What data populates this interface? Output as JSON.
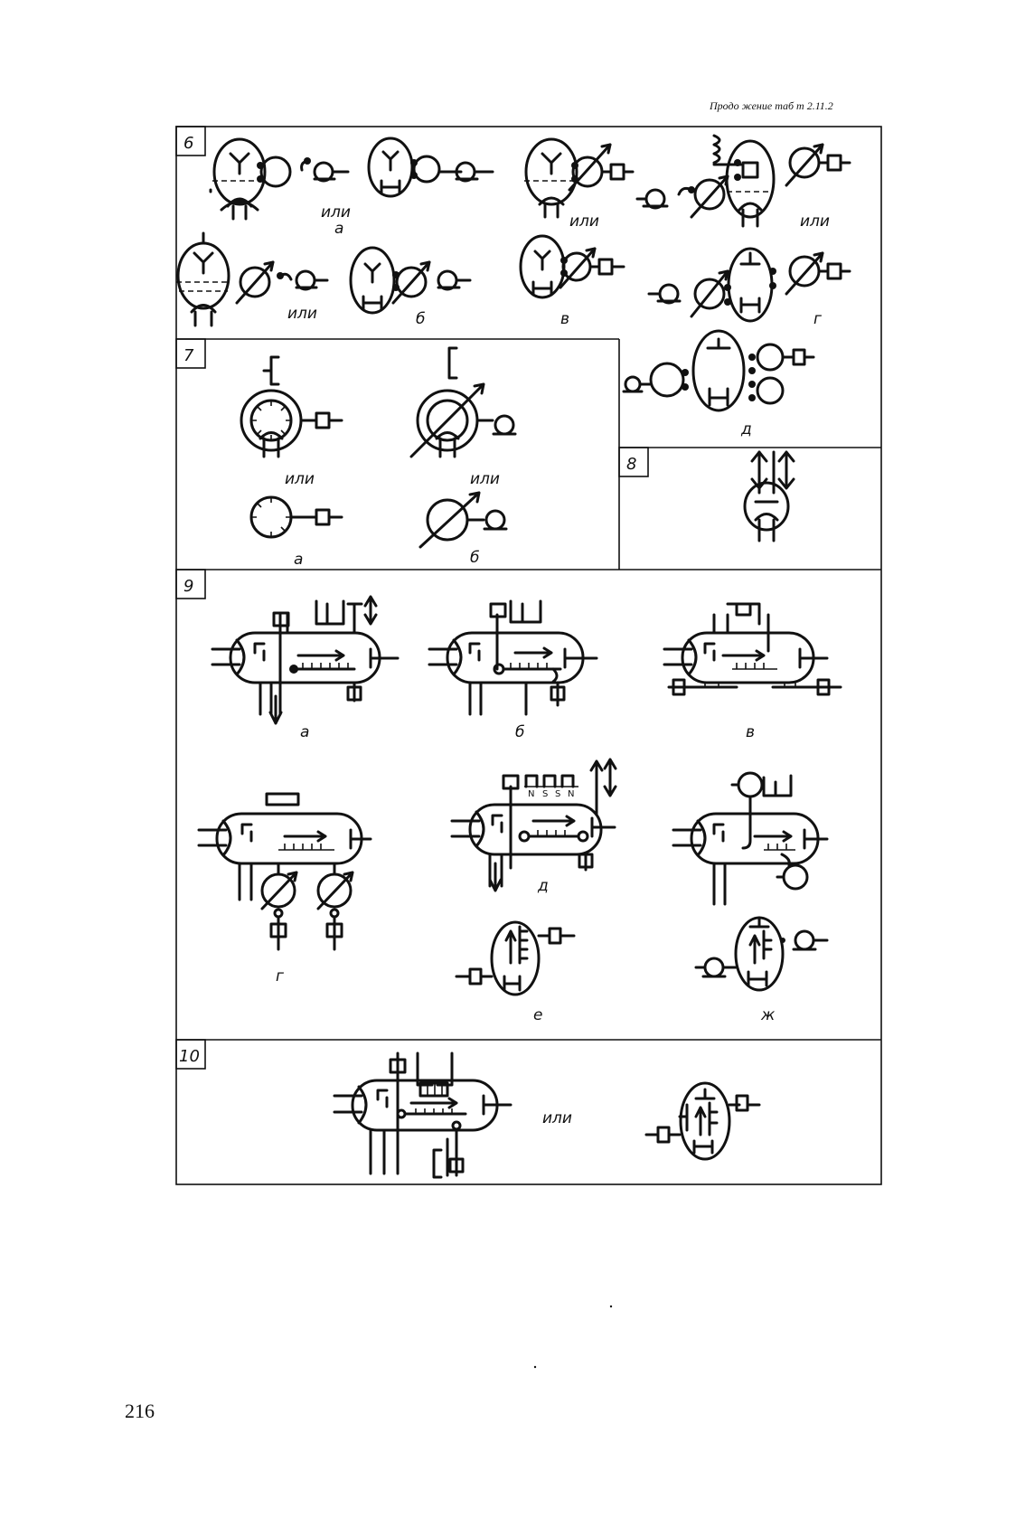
{
  "header": {
    "continuation": "Продо жение таб т 2.11.2"
  },
  "page_number": "216",
  "sections": [
    {
      "number": "6",
      "labels": {
        "or1": "или",
        "a": "а",
        "or2": "или",
        "or3": "или",
        "or4": "или",
        "b": "б",
        "v": "в",
        "g": "г"
      }
    },
    {
      "number": "7",
      "labels": {
        "or1": "или",
        "or2": "или",
        "a": "а",
        "b": "б",
        "d": "д"
      }
    },
    {
      "number": "8"
    },
    {
      "number": "9",
      "labels": {
        "a": "а",
        "b": "б",
        "v": "в",
        "g": "г",
        "d": "д",
        "e": "е",
        "zh": "ж"
      },
      "magnet_poles": [
        "N",
        "S",
        "S",
        "N"
      ]
    },
    {
      "number": "10",
      "labels": {
        "or1": "или"
      }
    }
  ]
}
